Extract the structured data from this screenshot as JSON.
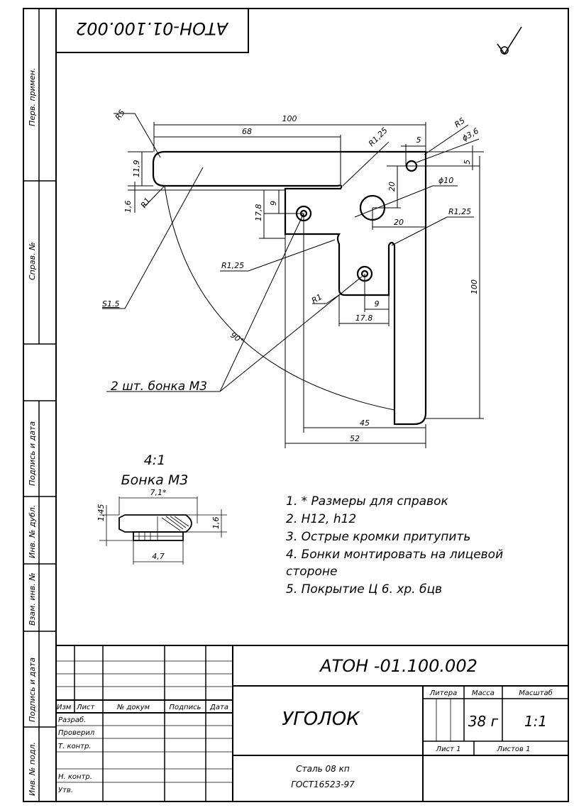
{
  "sheet": {
    "corner_code": "АТОН-01.100.002",
    "side_labels": {
      "perv_primen": "Перв. примен.",
      "sprav_no": "Справ. №",
      "podpis_data_1": "Подпись и дата",
      "inv_dubl": "Инв. № дубл.",
      "vzam_inv": "Взам. инв. №",
      "podpis_data_2": "Подпись и дата",
      "inv_podl": "Инв. № подл."
    }
  },
  "drawing": {
    "dims": {
      "d100_top": "100",
      "d68": "68",
      "r5_left": "R5",
      "r125_top": "R1,25",
      "r5_right": "R5",
      "d5_top": "5",
      "phi36": "ϕ3,6",
      "d5_right": "5",
      "d11_9": "11,9",
      "d20_vert": "20",
      "phi10": "ϕ10",
      "d1_6": "1,6",
      "r1_left": "R1",
      "d9_left": "9",
      "d17_8_left": "17,8",
      "d20_horiz": "20",
      "r125_right": "R1,25",
      "r125_left": "R1,25",
      "d100_right": "100",
      "s15": "S1.5",
      "r1_bottom": "R1",
      "d9_bottom": "9",
      "d17_8_bottom": "17.8",
      "angle90": "90°",
      "d45": "45",
      "d52": "52"
    },
    "leader_note": "2 шт.  бонка  М3"
  },
  "detail": {
    "scale": "4:1",
    "title": "Бонка М3",
    "d7_1": "7,1*",
    "d1_45": "1,45",
    "d1_6": "1,6",
    "d4_7": "4,7"
  },
  "notes": [
    "1.  *  Размеры для справок",
    "2.  H12,  h12",
    "3. Острые кромки притупить",
    "4. Бонки монтировать на лицевой",
    "стороне",
    "5.  Покрытие Ц 6.  хр.  бцв"
  ],
  "title_block": {
    "doc_code": "АТОН -01.100.002",
    "part_name": "УГОЛОК",
    "material_line1": "Сталь 08 кп",
    "material_line2": "ГОСТ16523-97",
    "hdr_izm": "Изм",
    "hdr_list": "Лист",
    "hdr_no_dokum": "№ докум",
    "hdr_podpis": "Подпись",
    "hdr_data": "Дата",
    "razrab": "Разраб.",
    "proveril": "Проверил",
    "t_kontr": "Т. контр.",
    "n_kontr": "Н. контр.",
    "utv": "Утв.",
    "litera": "Литера",
    "massa": "Масса",
    "masshtab": "Масштаб",
    "massa_value": "38 г",
    "masshtab_value": "1:1",
    "list_label": "Лист  1",
    "listov_label": "Листов  1"
  }
}
